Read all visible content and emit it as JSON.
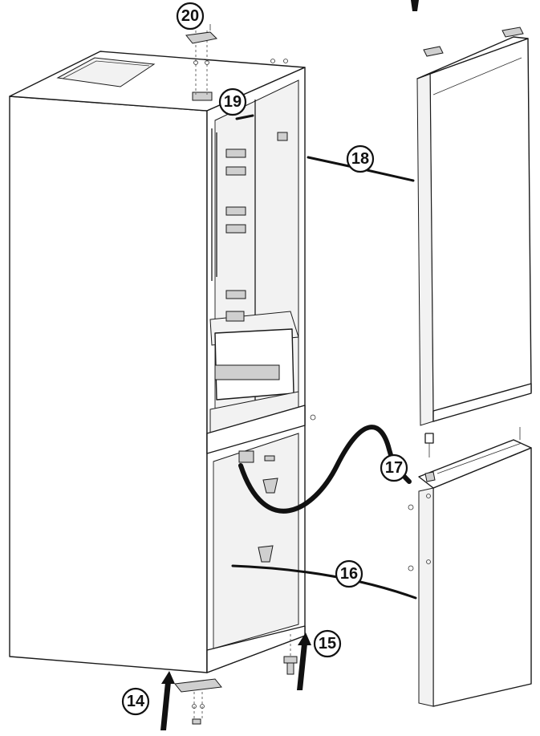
{
  "callouts": [
    {
      "id": "14",
      "label": "14"
    },
    {
      "id": "15",
      "label": "15"
    },
    {
      "id": "16",
      "label": "16"
    },
    {
      "id": "17",
      "label": "17"
    },
    {
      "id": "18",
      "label": "18"
    },
    {
      "id": "19",
      "label": "19"
    },
    {
      "id": "20",
      "label": "20"
    }
  ]
}
